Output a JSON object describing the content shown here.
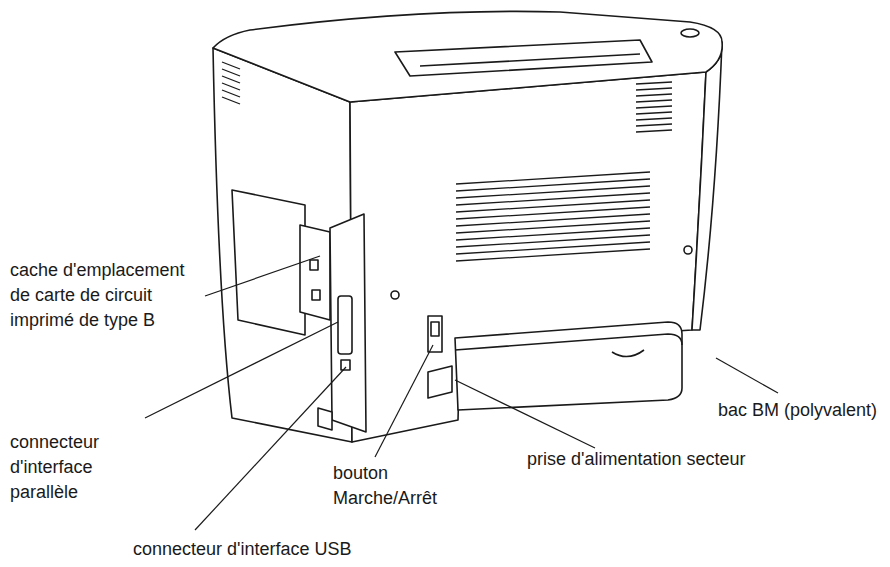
{
  "diagram": {
    "labels": [
      "cache d'emplacement de carte de circuit imprimé de type B",
      "connecteur d'interface parallèle",
      "connecteur d'interface USB",
      "bouton Marche/Arrêt",
      "prise d'alimentation secteur",
      "bac BM (polyvalent)"
    ]
  }
}
